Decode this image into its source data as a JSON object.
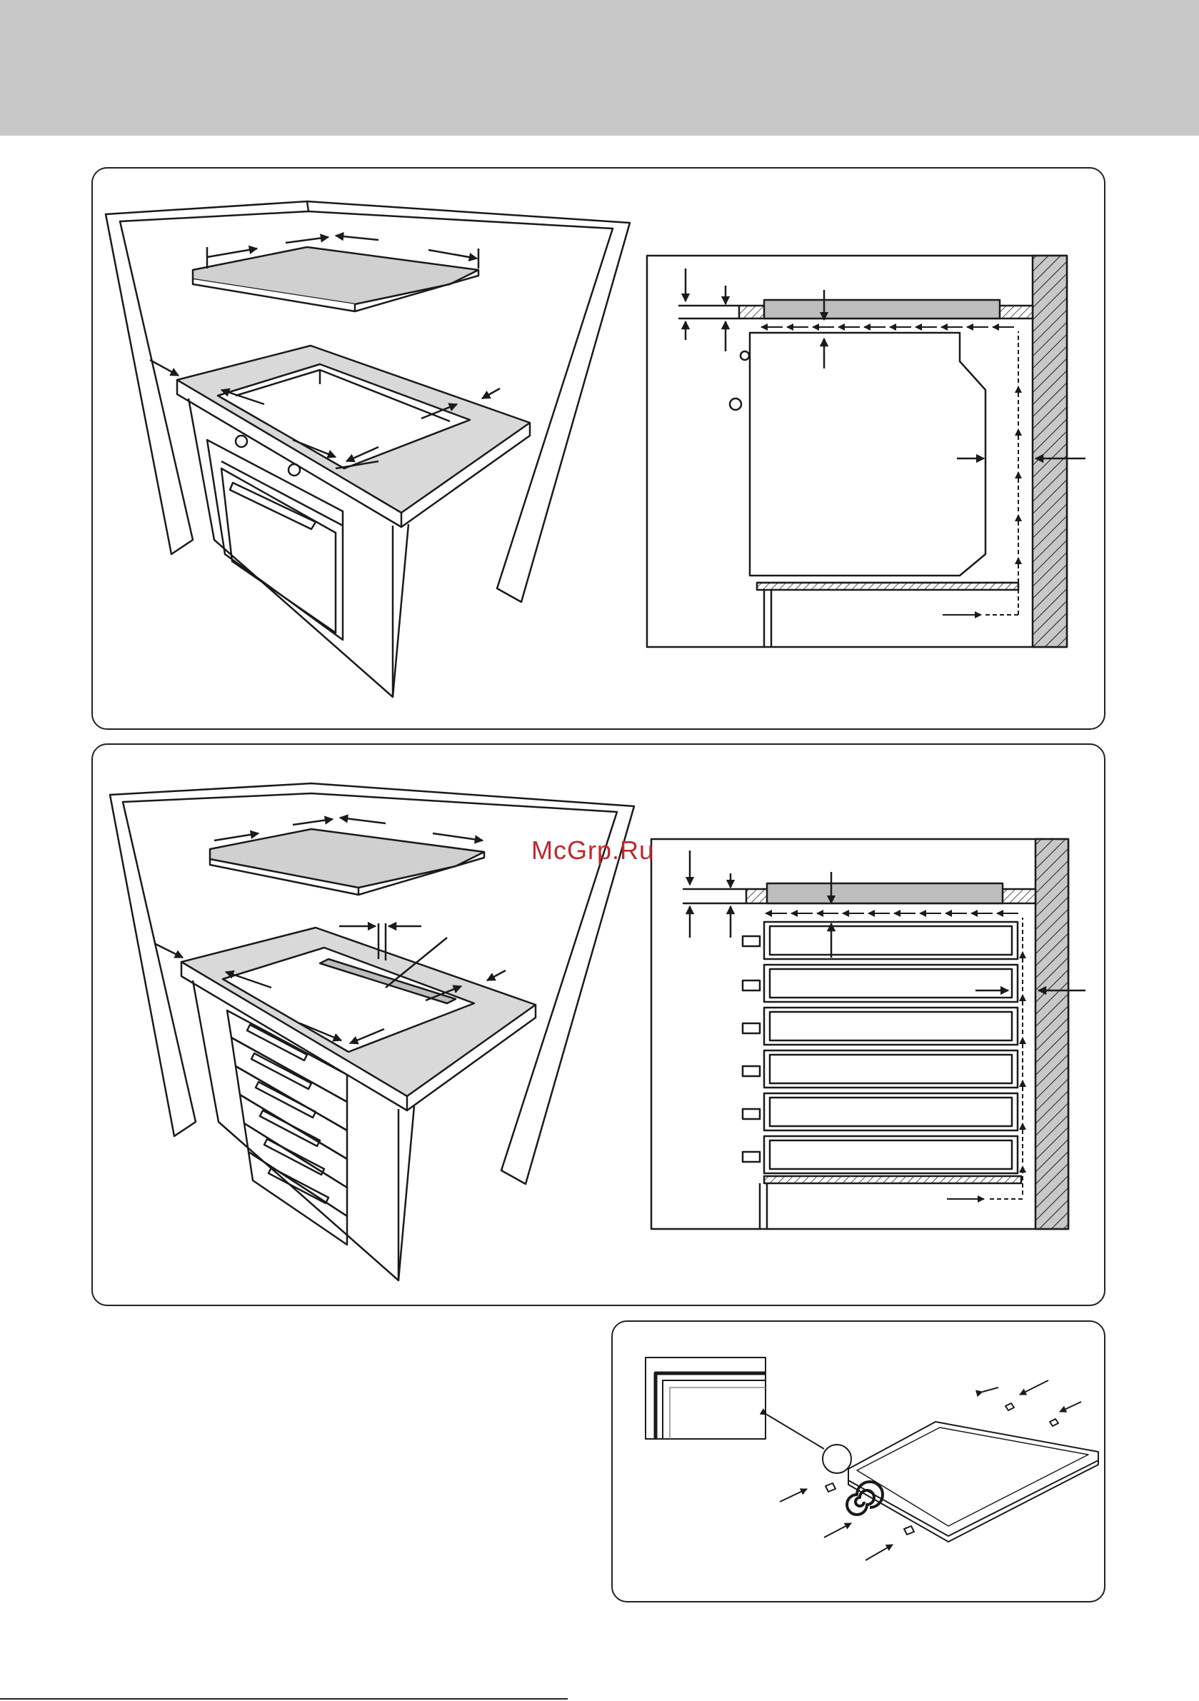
{
  "watermark": {
    "text": "McGrp.Ru"
  },
  "colors": {
    "band": "#c8c8c8",
    "line": "#1a1a1a",
    "hob": "#bdbdbd",
    "watermark": "#c0272d"
  },
  "figures": {
    "fig1": {
      "icon": "hob-over-oven-installation-diagram"
    },
    "fig2": {
      "icon": "hob-over-drawers-installation-diagram"
    },
    "fig3": {
      "icon": "seal-strip-mounting-diagram"
    }
  }
}
